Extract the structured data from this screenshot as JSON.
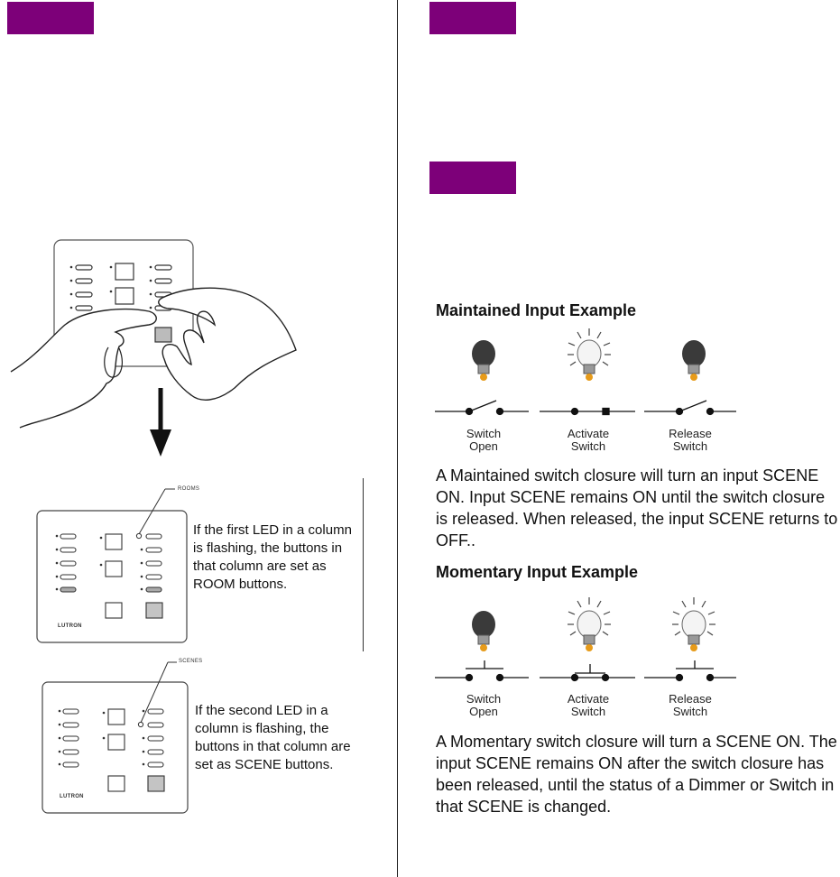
{
  "colors": {
    "tag": "#7d0079",
    "line": "#222222"
  },
  "panels": {
    "rooms": {
      "label": "ROOMS",
      "brand": "LUTRON",
      "note": "If the first LED in a column is flashing, the buttons in that column are set as ROOM buttons."
    },
    "scenes": {
      "label": "SCENES",
      "brand": "LUTRON",
      "note": "If the second LED in a column is flashing, the buttons in that column are set as SCENE buttons."
    }
  },
  "maintained": {
    "title": "Maintained Input Example",
    "captions": [
      "Switch\nOpen",
      "Activate\nSwitch",
      "Release\nSwitch"
    ],
    "text": "A Maintained switch closure will turn an input SCENE ON. Input SCENE remains ON until the switch closure is released. When released, the input SCENE returns to OFF.."
  },
  "momentary": {
    "title": "Momentary Input Example",
    "captions": [
      "Switch\nOpen",
      "Activate\nSwitch",
      "Release\nSwitch"
    ],
    "text": "A Momentary switch closure will turn a SCENE ON. The input SCENE remains ON after the switch closure has been released, until the status of a Dimmer or Switch in that SCENE is changed."
  }
}
